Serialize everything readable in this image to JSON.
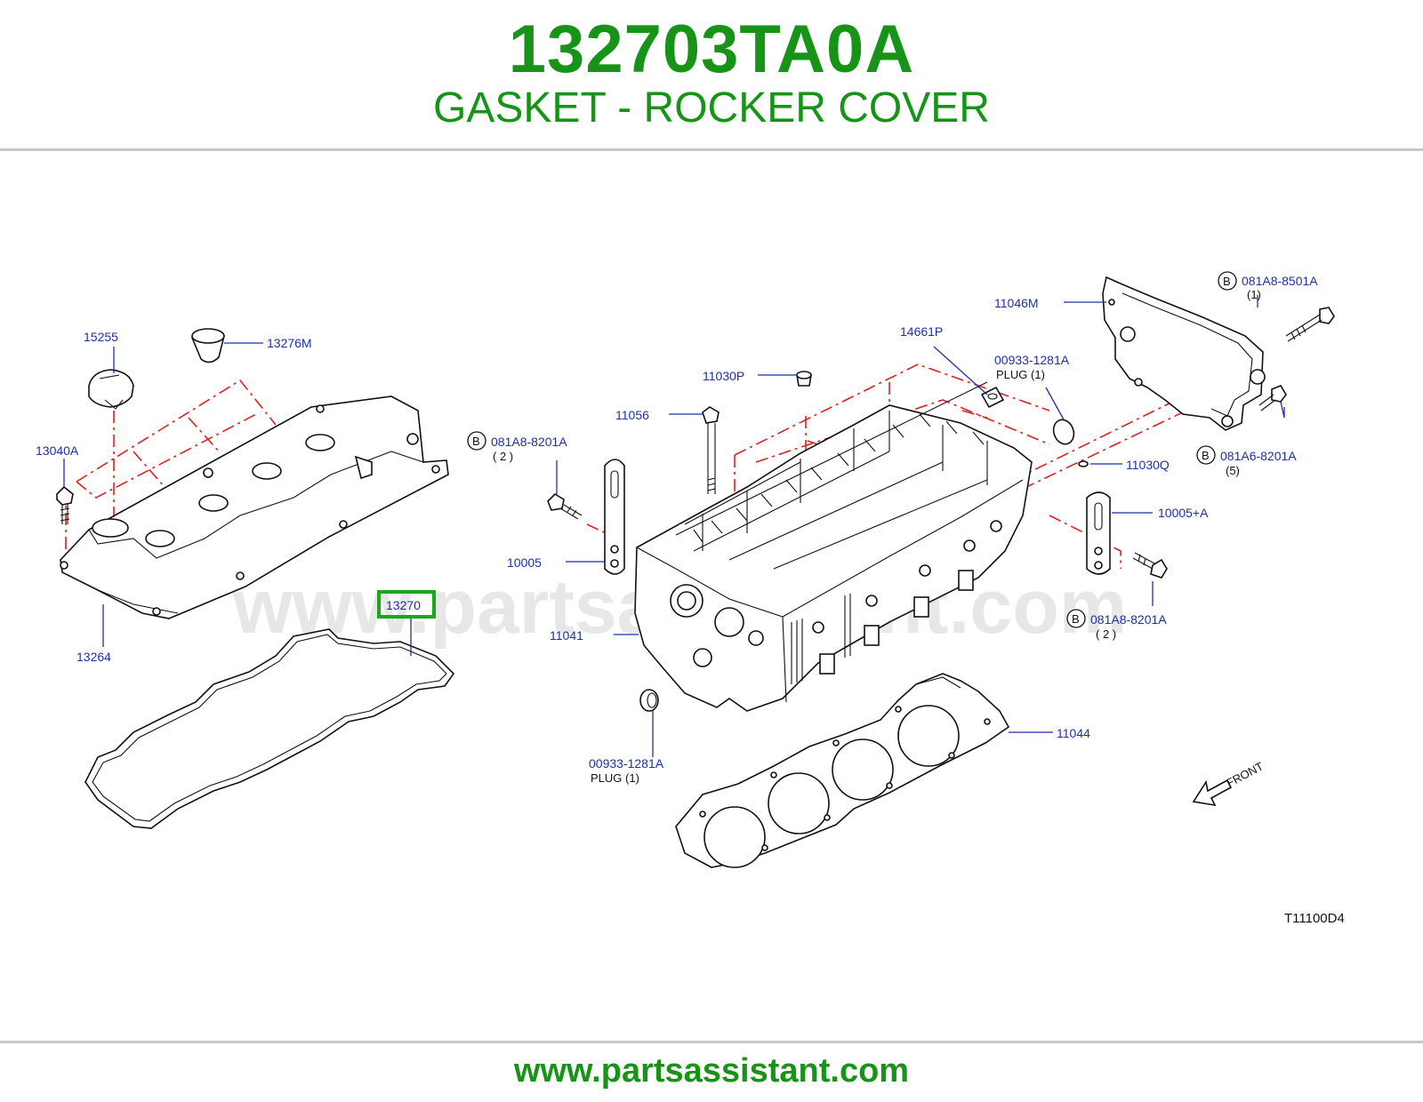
{
  "header": {
    "part_number": "132703TA0A",
    "part_name": "GASKET - ROCKER COVER"
  },
  "footer": {
    "site": "www.partsassistant.com"
  },
  "watermark": "www.partsassistant.com",
  "diagram_code": "T11100D4",
  "front_label": "FRONT",
  "highlighted_part": "13270",
  "colors": {
    "brand_green": "#179417",
    "callout_blue": "#1f2fa8",
    "dash_red": "#e02020",
    "highlight_green": "#1aa81a"
  },
  "callouts": {
    "c15255": "15255",
    "c13276m": "13276M",
    "c13040a": "13040A",
    "c13264": "13264",
    "c13270": "13270",
    "c081a8_8201a_left": "081A8-8201A",
    "c081a8_8201a_left_qty": "( 2 )",
    "c10005": "10005",
    "c11041": "11041",
    "c11056": "11056",
    "c11030p": "11030P",
    "c14661p": "14661P",
    "c00933_top": "00933-1281A",
    "c00933_top_sub": "PLUG (1)",
    "c11046m": "11046M",
    "c081a8_8501a": "081A8-8501A",
    "c081a8_8501a_qty": "(1)",
    "c11030q": "11030Q",
    "c081a6_8201a": "081A6-8201A",
    "c081a6_8201a_qty": "(5)",
    "c10005a": "10005+A",
    "c081a8_8201a_right": "081A8-8201A",
    "c081a8_8201a_right_qty": "( 2 )",
    "c11044": "11044",
    "c00933_bottom": "00933-1281A",
    "c00933_bottom_sub": "PLUG (1)",
    "circle_b": "B"
  }
}
